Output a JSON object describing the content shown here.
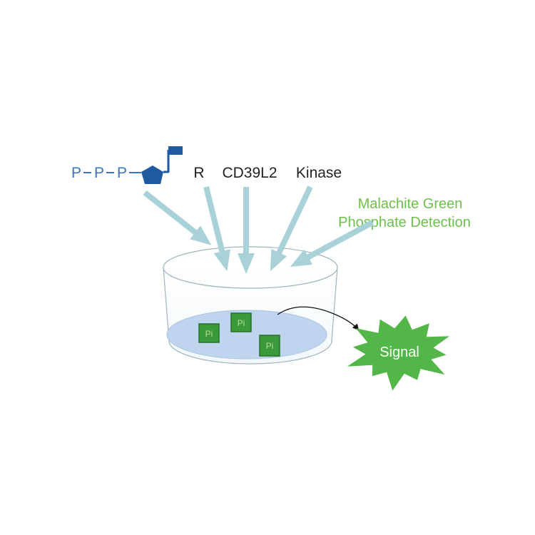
{
  "substrate": {
    "phosphates": [
      "P",
      "P",
      "P"
    ],
    "sugar_shape": "pentagon",
    "base_shape": "square-flag",
    "colors": {
      "phosphate": "#3a76c4",
      "sugar": "#1d5aa0"
    }
  },
  "reagents": [
    "R",
    "CD39L2",
    "Kinase"
  ],
  "detection": {
    "line1": "Malachite Green",
    "line2": "Phosphate Detection",
    "color": "#6cc04a"
  },
  "products": [
    "Pi",
    "Pi",
    "Pi"
  ],
  "signal": {
    "label": "Signal",
    "color": "#52b648"
  },
  "colors": {
    "arrow": "#a9d2d8",
    "well_outline": "#9fb5bc",
    "well_liquid": "#bfd4ee",
    "pi_fill": "#3a9a3a",
    "pi_border": "#26702a"
  }
}
